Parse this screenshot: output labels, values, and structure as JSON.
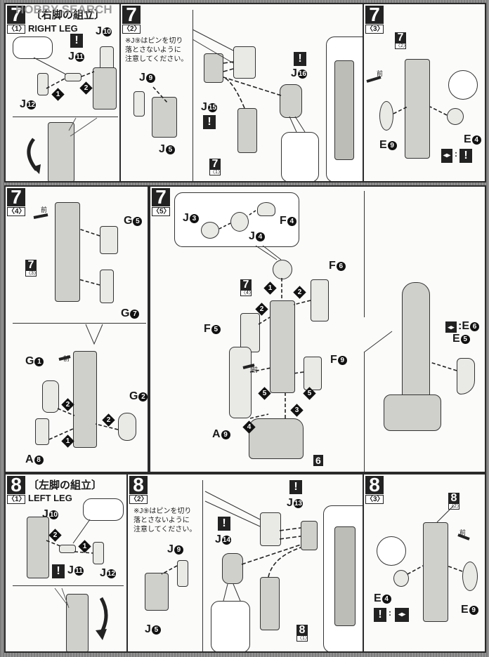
{
  "watermark": "HOBBY SEARCH",
  "section_right": {
    "step": "7",
    "title_jp": "〔右脚の組立〕",
    "title_en": "RIGHT LEG"
  },
  "section_left": {
    "step": "8",
    "title_jp": "〔左脚の組立〕",
    "title_en": "LEFT LEG"
  },
  "note_jp": "※J⑨はピンを切り落とさないように注意してください。",
  "note_lines": [
    "※J⑨はピンを切り",
    "落とさないように",
    "注意してください。"
  ],
  "front_label": "前",
  "warning_icon": "!",
  "panels": [
    {
      "id": "7-1",
      "step": "7",
      "sub": "〈1〉",
      "parts": [
        {
          "prefix": "J",
          "num": "⑩"
        },
        {
          "prefix": "J",
          "num": "⑪"
        },
        {
          "prefix": "J",
          "num": "⑫"
        }
      ],
      "order": [
        "1",
        "2"
      ]
    },
    {
      "id": "7-2",
      "step": "7",
      "sub": "〈2〉",
      "parts": [
        {
          "prefix": "J",
          "num": "⑨"
        },
        {
          "prefix": "J",
          "num": "⑤"
        },
        {
          "prefix": "J",
          "num": "⑮"
        },
        {
          "prefix": "J",
          "num": "⑯"
        }
      ],
      "ref": {
        "step": "7",
        "sub": "〈1〉"
      }
    },
    {
      "id": "7-3",
      "step": "7",
      "sub": "〈3〉",
      "parts": [
        {
          "prefix": "E",
          "num": "⑨"
        },
        {
          "prefix": "E",
          "num": "④"
        }
      ],
      "ref": {
        "step": "7",
        "sub": "〈2〉"
      }
    },
    {
      "id": "7-4",
      "step": "7",
      "sub": "〈4〉",
      "parts": [
        {
          "prefix": "G",
          "num": "⑤"
        },
        {
          "prefix": "G",
          "num": "⑦"
        },
        {
          "prefix": "G",
          "num": "①"
        },
        {
          "prefix": "G",
          "num": "②"
        },
        {
          "prefix": "A",
          "num": "⑧"
        }
      ],
      "ref": {
        "step": "7",
        "sub": "〈3〉"
      },
      "order": [
        "1",
        "2",
        "2"
      ]
    },
    {
      "id": "7-5",
      "step": "7",
      "sub": "〈5〉",
      "parts": [
        {
          "prefix": "J",
          "num": "③"
        },
        {
          "prefix": "J",
          "num": "④"
        },
        {
          "prefix": "F",
          "num": "④"
        },
        {
          "prefix": "F",
          "num": "⑥"
        },
        {
          "prefix": "F",
          "num": "⑤"
        },
        {
          "prefix": "F",
          "num": "⑨"
        },
        {
          "prefix": "A",
          "num": "⑨"
        },
        {
          "prefix": "E",
          "num": "⑥"
        },
        {
          "prefix": "E",
          "num": "⑤"
        }
      ],
      "ref": {
        "step": "7",
        "sub": "〈4〉"
      },
      "ref_box": "6",
      "order": [
        "1",
        "2",
        "2",
        "3",
        "4",
        "5",
        "5"
      ]
    },
    {
      "id": "8-1",
      "step": "8",
      "sub": "〈1〉",
      "parts": [
        {
          "prefix": "J",
          "num": "⑩"
        },
        {
          "prefix": "J",
          "num": "⑪"
        },
        {
          "prefix": "J",
          "num": "⑫"
        }
      ],
      "order": [
        "1",
        "2"
      ]
    },
    {
      "id": "8-2",
      "step": "8",
      "sub": "〈2〉",
      "parts": [
        {
          "prefix": "J",
          "num": "⑨"
        },
        {
          "prefix": "J",
          "num": "⑤"
        },
        {
          "prefix": "J",
          "num": "⑬"
        },
        {
          "prefix": "J",
          "num": "⑭"
        }
      ],
      "ref": {
        "step": "8",
        "sub": "〈1〉"
      }
    },
    {
      "id": "8-3",
      "step": "8",
      "sub": "〈3〉",
      "parts": [
        {
          "prefix": "E",
          "num": "④"
        },
        {
          "prefix": "E",
          "num": "⑨"
        }
      ],
      "ref": {
        "step": "8",
        "sub": "〈2〉"
      }
    }
  ],
  "labels": {
    "J": "J",
    "E": "E",
    "G": "G",
    "F": "F",
    "A": "A",
    "n1": "1",
    "n2": "2",
    "n3": "3",
    "n4": "4",
    "n5": "5",
    "n6": "6",
    "n7": "7",
    "n8": "8",
    "n9": "9",
    "n10": "10",
    "n11": "11",
    "n12": "12",
    "n13": "13",
    "n14": "14",
    "n15": "15",
    "n16": "16"
  },
  "symbol_pair_note": ":"
}
